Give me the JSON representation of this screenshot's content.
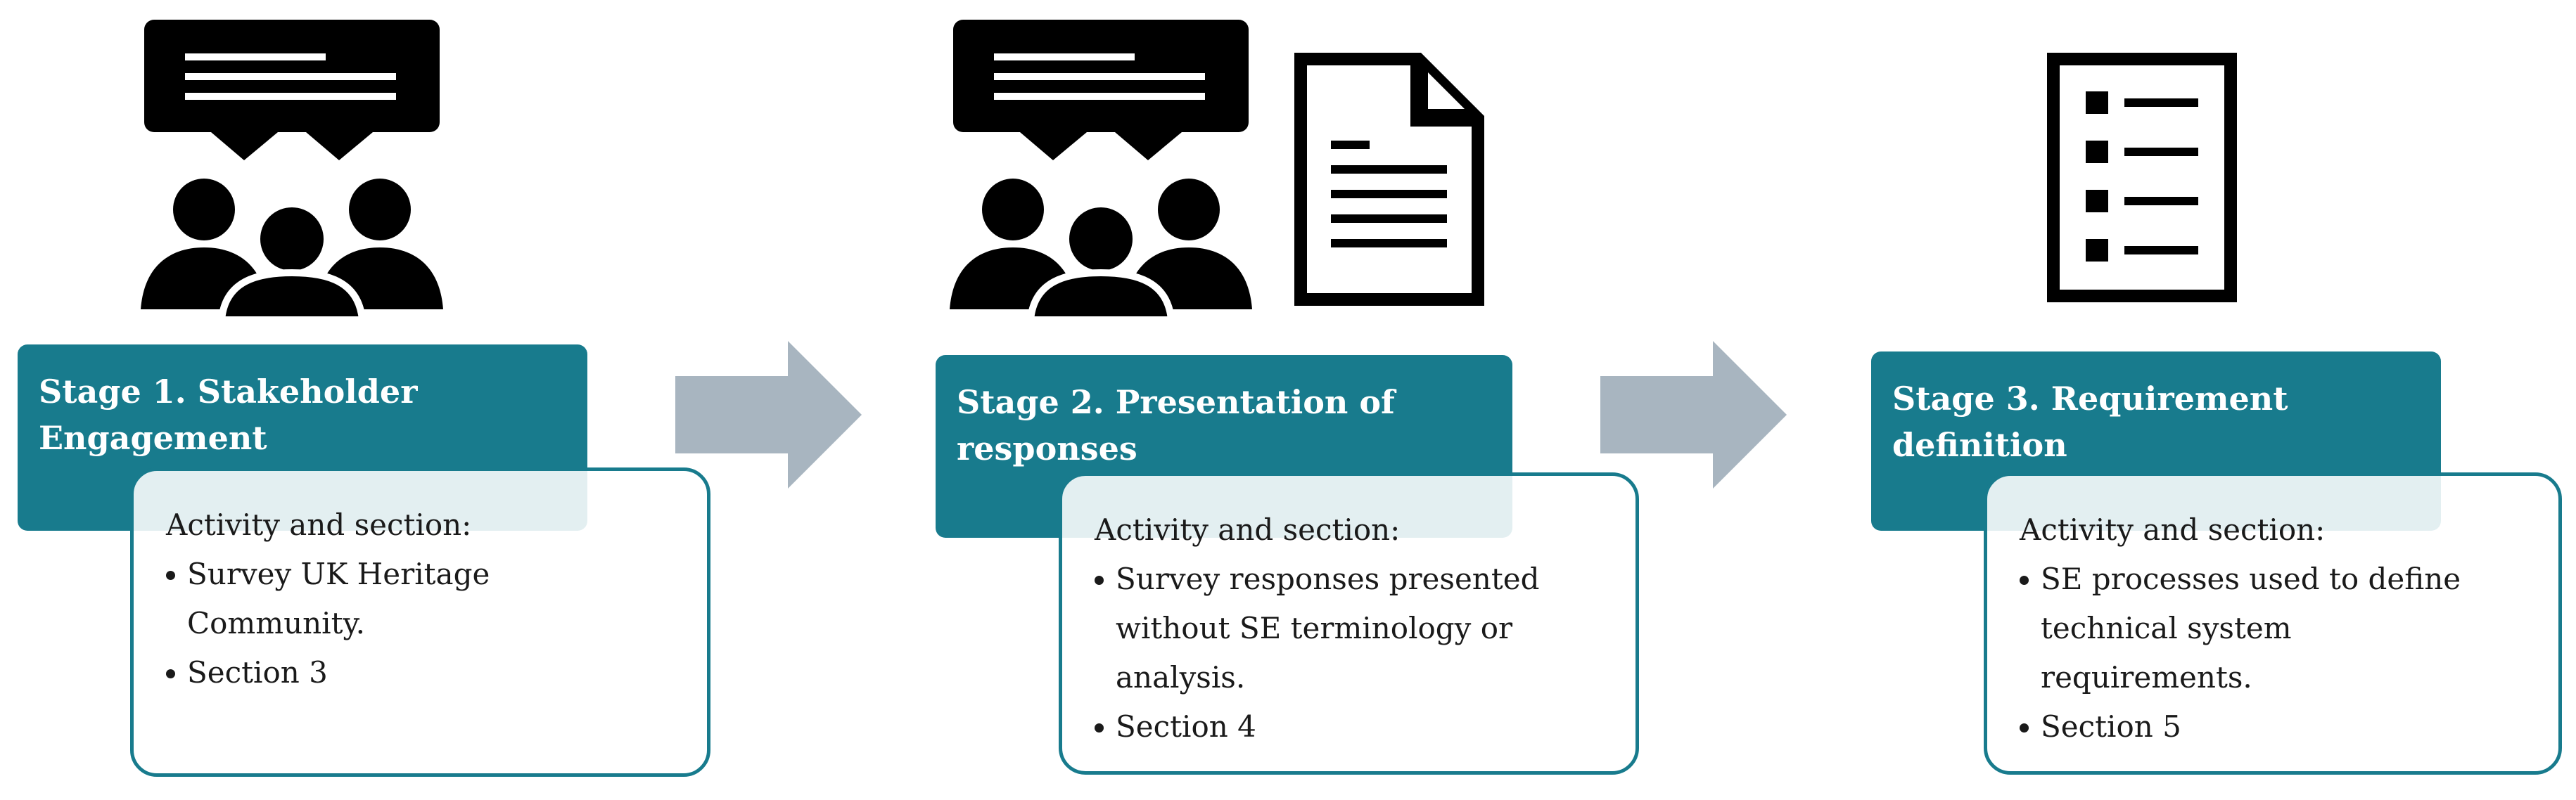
{
  "colors": {
    "header": "#187b8d",
    "card_border": "#187b8d",
    "arrow": "#a8b5c0",
    "icon": "#000000"
  },
  "stages": [
    {
      "header_lines": [
        "Stage 1. Stakeholder",
        "Engagement"
      ],
      "card_title": "Activity and section:",
      "bullets": [
        [
          "Survey UK Heritage",
          "Community."
        ],
        [
          "Section 3"
        ]
      ],
      "icons": [
        "speech-bubble-icon",
        "people-group-icon"
      ]
    },
    {
      "header_lines": [
        "Stage 2. Presentation of",
        "responses"
      ],
      "card_title": "Activity and section:",
      "bullets": [
        [
          "Survey responses presented",
          "without SE terminology or",
          "analysis."
        ],
        [
          "Section 4"
        ]
      ],
      "icons": [
        "speech-bubble-icon",
        "people-group-icon",
        "document-icon"
      ]
    },
    {
      "header_lines": [
        "Stage 3. Requirement",
        "definition"
      ],
      "card_title": "Activity and section:",
      "bullets": [
        [
          "SE processes used to define",
          "technical system",
          "requirements."
        ],
        [
          "Section 5"
        ]
      ],
      "icons": [
        "checklist-icon"
      ]
    }
  ]
}
